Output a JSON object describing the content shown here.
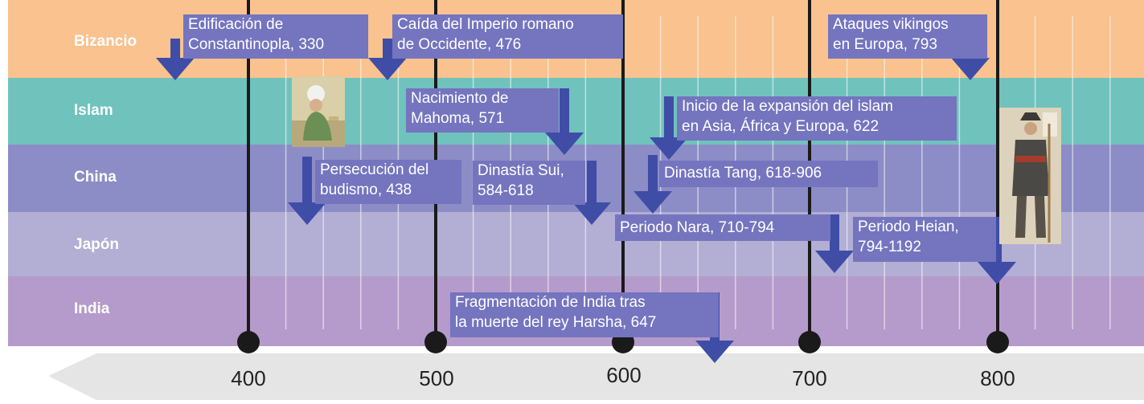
{
  "colors": {
    "bizancio": "#f9c28e",
    "islam": "#70c2bd",
    "china": "#8c8dc6",
    "japon": "#b2aed4",
    "india": "#b59bcb",
    "label_box": "#7474bf",
    "arrow": "#3f4da6",
    "axis_arrow": "#e5e5e5"
  },
  "rows": [
    {
      "label": "Bizancio"
    },
    {
      "label": "Islam"
    },
    {
      "label": "China"
    },
    {
      "label": "Japón"
    },
    {
      "label": "India"
    }
  ],
  "axis": {
    "ticks": [
      "400",
      "500",
      "600",
      "700",
      "800"
    ]
  },
  "events": [
    {
      "lines": [
        "Edificación de",
        "Constantinopla, 330"
      ],
      "year": 330
    },
    {
      "lines": [
        "Caída del Imperio romano",
        "de Occidente, 476"
      ],
      "year": 476
    },
    {
      "lines": [
        "Ataques vikingos",
        "en Europa, 793"
      ],
      "year": 793
    },
    {
      "lines": [
        "Nacimiento de",
        "Mahoma, 571"
      ],
      "year": 571
    },
    {
      "lines": [
        "Inicio de la expansión del islam",
        "en Asia, África y Europa, 622"
      ],
      "year": 622
    },
    {
      "lines": [
        "Persecución del",
        "budismo, 438"
      ],
      "year": 438
    },
    {
      "lines": [
        "Dinastía Sui,",
        "584-618"
      ],
      "year": 584
    },
    {
      "lines": [
        "Dinastía Tang, 618-906"
      ],
      "year": 618
    },
    {
      "lines": [
        "Periodo Nara, 710-794"
      ],
      "year": 710
    },
    {
      "lines": [
        "Periodo Heian,",
        "794-1192"
      ],
      "year": 794
    },
    {
      "lines": [
        "Fragmentación de India tras",
        "la muerte del rey Harsha, 647"
      ],
      "year": 647
    }
  ],
  "images": [
    {
      "name": "sultan-portrait-image"
    },
    {
      "name": "samurai-print-image"
    }
  ]
}
